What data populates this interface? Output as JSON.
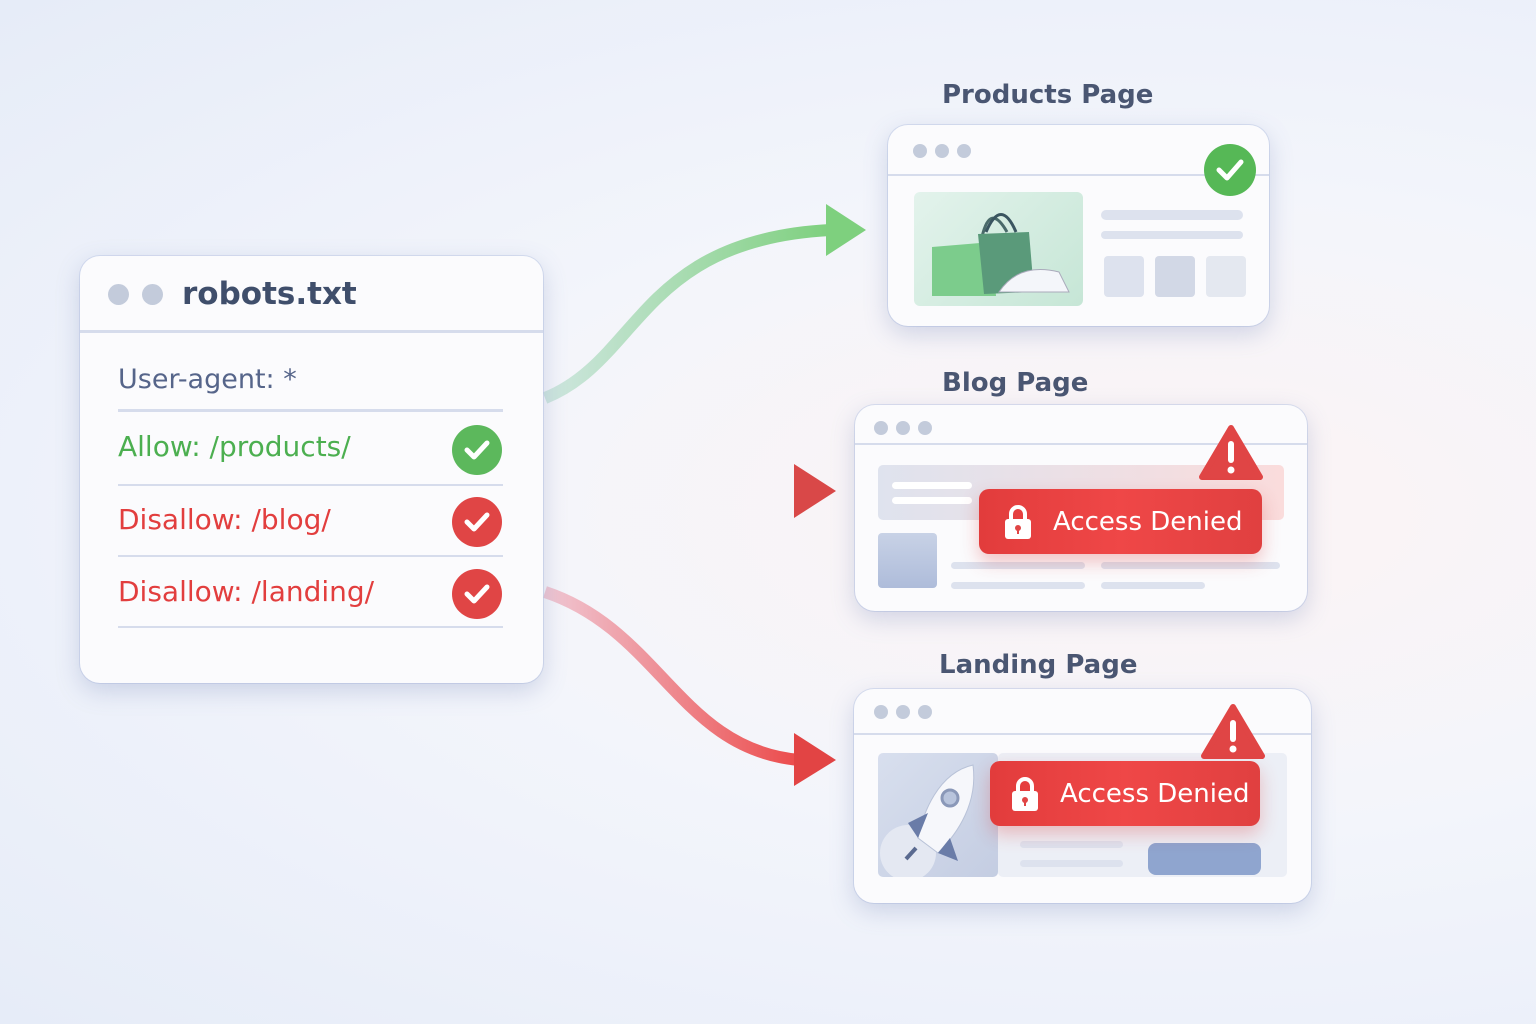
{
  "robots": {
    "title": "robots.txt",
    "user_agent": "User-agent: *",
    "rules": [
      {
        "text": "Allow: /products/",
        "status": "allowed",
        "color": "#4caf50"
      },
      {
        "text": "Disallow: /blog/",
        "status": "disallowed",
        "color": "#e53e3e"
      },
      {
        "text": "Disallow: /landing/",
        "status": "disallowed",
        "color": "#e53e3e"
      }
    ]
  },
  "pages": {
    "products": {
      "label": "Products Page",
      "status_icon": "check-circle-icon"
    },
    "blog": {
      "label": "Blog Page",
      "banner": "Access Denied",
      "status_icon": "warning-icon"
    },
    "landing": {
      "label": "Landing Page",
      "banner": "Access Denied",
      "status_icon": "warning-icon"
    }
  },
  "colors": {
    "allow": "#4caf50",
    "deny": "#e53e3e",
    "text": "#3f4e6b"
  }
}
